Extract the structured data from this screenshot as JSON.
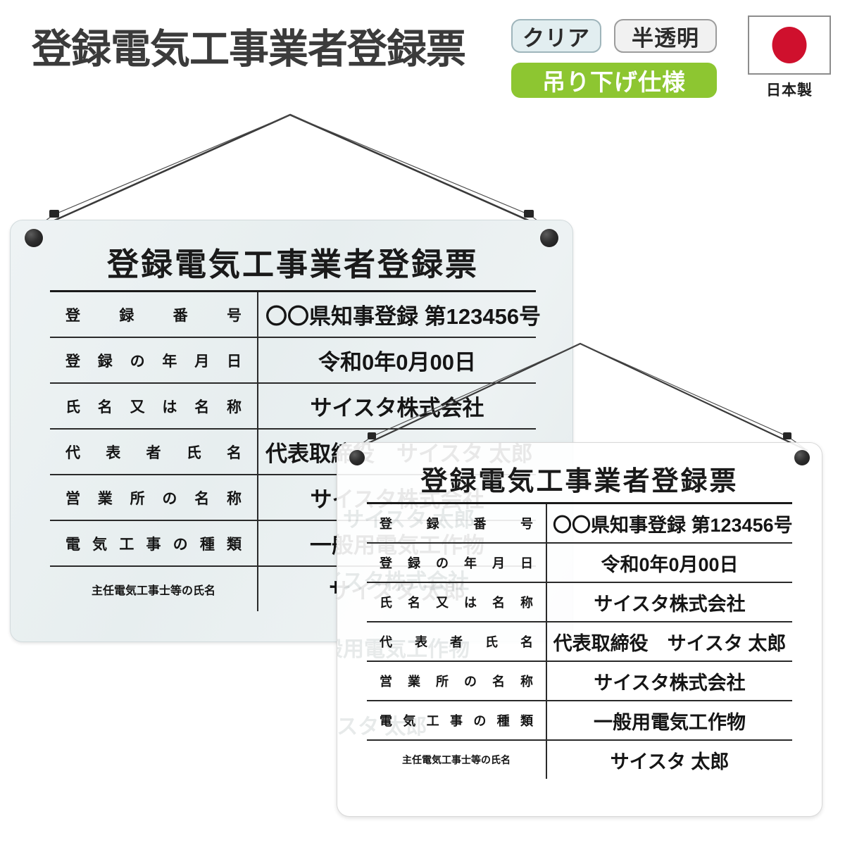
{
  "header": {
    "title": "登録電気工事業者登録票",
    "badges": [
      {
        "name": "clear",
        "label": "クリア",
        "bg": "#e2eef0",
        "border": "#9fb5bb",
        "color": "#2b2b2b"
      },
      {
        "name": "translucent",
        "label": "半透明",
        "bg": "#f1f1f1",
        "border": "#9c9c9c",
        "color": "#2b2b2b"
      },
      {
        "name": "hanging",
        "label": "吊り下げ仕様",
        "bg": "#8dc631",
        "border": "#8dc631",
        "color": "#ffffff"
      }
    ],
    "made_in_japan": {
      "label": "日本製",
      "flag_white": "#ffffff",
      "flag_red": "#cf102d",
      "flag_border": "#8c8c8c"
    }
  },
  "sign": {
    "title": "登録電気工事業者登録票",
    "rows": [
      {
        "label": "登録番号",
        "value": "〇〇県知事登録 第123456号"
      },
      {
        "label": "登録の年月日",
        "value": "令和0年0月00日"
      },
      {
        "label": "氏名又は名称",
        "value": "サイスタ株式会社"
      },
      {
        "label": "代表者氏名",
        "value": "代表取締役　サイスタ 太郎"
      },
      {
        "label": "営業所の名称",
        "value": "サイスタ株式会社"
      },
      {
        "label": "電気工事の種類",
        "value": "一般用電気工作物"
      },
      {
        "label": "主任電気工事士等の氏名",
        "value": "サイスタ 太郎"
      }
    ]
  },
  "plates": [
    {
      "name": "back-plate-clear",
      "variant": "クリア",
      "plate_color": "#e9f0f1",
      "border_color": "#d2dadc"
    },
    {
      "name": "front-plate-translucent",
      "variant": "半透明",
      "plate_color": "#ffffff",
      "border_color": "#d8d8d8"
    }
  ],
  "hardware": {
    "grommet_color": "#1f1f1f",
    "wire_color": "#3a3a3a",
    "wire_name": "hanging-wire"
  }
}
